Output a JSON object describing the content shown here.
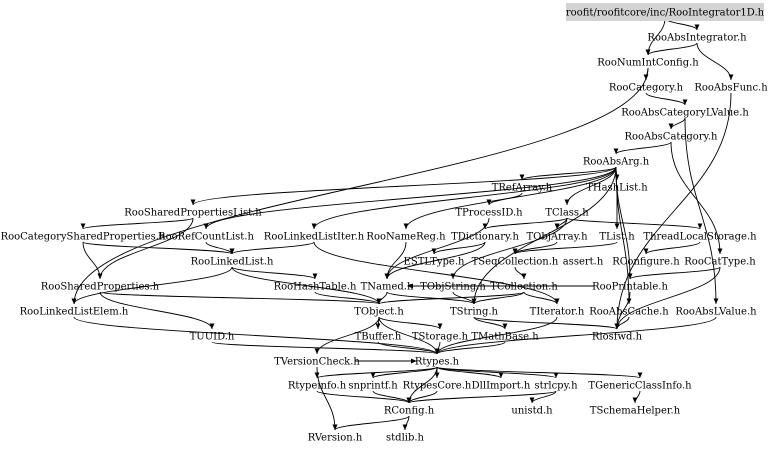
{
  "diagram": {
    "root": "roofit/roofitcore/inc/RooIntegrator1D.h",
    "nodes": [
      "RooAbsIntegrator.h",
      "RooNumIntConfig.h",
      "RooAbsFunc.h",
      "RooCategory.h",
      "RooAbsCategoryLValue.h",
      "RooAbsCategory.h",
      "RooAbsArg.h",
      "TRefArray.h",
      "THashList.h",
      "RooSharedPropertiesList.h",
      "TProcessID.h",
      "TClass.h",
      "RooCategorySharedProperties.h",
      "RooRefCountList.h",
      "RooLinkedListIter.h",
      "RooNameReg.h",
      "TDictionary.h",
      "TObjArray.h",
      "TList.h",
      "ThreadLocalStorage.h",
      "RooLinkedList.h",
      "ESTLType.h",
      "TSeqCollection.h",
      "assert.h",
      "RConfigure.h",
      "RooCatType.h",
      "RooSharedProperties.h",
      "RooHashTable.h",
      "TNamed.h",
      "TObjString.h",
      "TCollection.h",
      "RooPrintable.h",
      "RooLinkedListElem.h",
      "TObject.h",
      "TString.h",
      "TIterator.h",
      "RooAbsCache.h",
      "RooAbsLValue.h",
      "TUUID.h",
      "TBuffer.h",
      "TStorage.h",
      "TMathBase.h",
      "Riosfwd.h",
      "TVersionCheck.h",
      "Rtypes.h",
      "Rtypeinfo.h",
      "snprintf.h",
      "RtypesCore.h",
      "DllImport.h",
      "strlcpy.h",
      "TGenericClassInfo.h",
      "RConfig.h",
      "unistd.h",
      "TSchemaHelper.h",
      "RVersion.h",
      "stdlib.h"
    ]
  }
}
